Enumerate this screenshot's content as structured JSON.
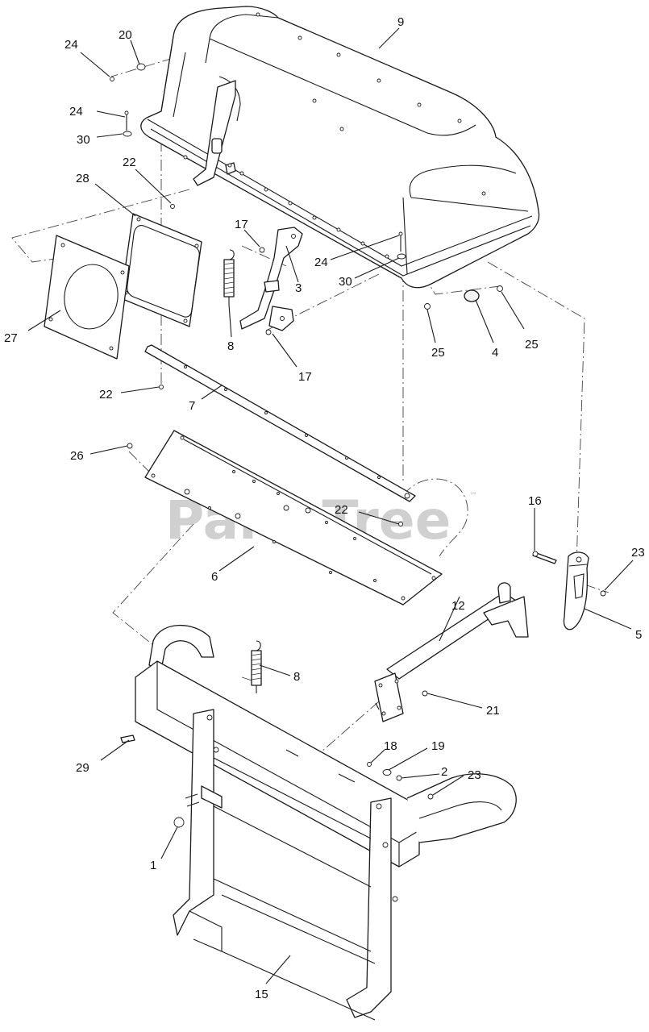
{
  "watermark": {
    "brand": "PartsTree",
    "trademark": "™"
  },
  "callouts": [
    {
      "id": "c24a",
      "label": "24"
    },
    {
      "id": "c20",
      "label": "20"
    },
    {
      "id": "c9",
      "label": "9"
    },
    {
      "id": "c24b",
      "label": "24"
    },
    {
      "id": "c30a",
      "label": "30"
    },
    {
      "id": "c22a",
      "label": "22"
    },
    {
      "id": "c28",
      "label": "28"
    },
    {
      "id": "c17a",
      "label": "17"
    },
    {
      "id": "c24c",
      "label": "24"
    },
    {
      "id": "c3",
      "label": "3"
    },
    {
      "id": "c30b",
      "label": "30"
    },
    {
      "id": "c27",
      "label": "27"
    },
    {
      "id": "c8a",
      "label": "8"
    },
    {
      "id": "c17b",
      "label": "17"
    },
    {
      "id": "c25a",
      "label": "25"
    },
    {
      "id": "c4",
      "label": "4"
    },
    {
      "id": "c25b",
      "label": "25"
    },
    {
      "id": "c22b",
      "label": "22"
    },
    {
      "id": "c7",
      "label": "7"
    },
    {
      "id": "c26",
      "label": "26"
    },
    {
      "id": "c22c",
      "label": "22"
    },
    {
      "id": "c16",
      "label": "16"
    },
    {
      "id": "c23a",
      "label": "23"
    },
    {
      "id": "c6",
      "label": "6"
    },
    {
      "id": "c5",
      "label": "5"
    },
    {
      "id": "c12",
      "label": "12"
    },
    {
      "id": "c8b",
      "label": "8"
    },
    {
      "id": "c21",
      "label": "21"
    },
    {
      "id": "c29",
      "label": "29"
    },
    {
      "id": "c18",
      "label": "18"
    },
    {
      "id": "c19",
      "label": "19"
    },
    {
      "id": "c2",
      "label": "2"
    },
    {
      "id": "c23b",
      "label": "23"
    },
    {
      "id": "c1",
      "label": "1"
    },
    {
      "id": "c15",
      "label": "15"
    }
  ]
}
